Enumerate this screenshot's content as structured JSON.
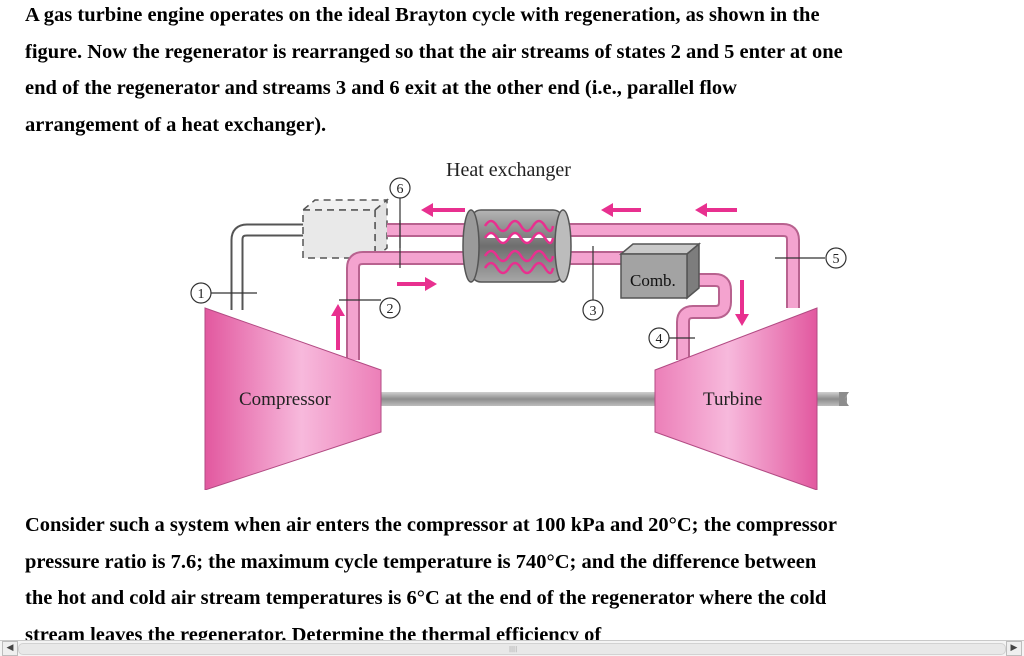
{
  "problem": {
    "intro_lines": [
      "A gas turbine engine operates on the ideal Brayton cycle with regeneration, as shown in the",
      "figure. Now the regenerator is rearranged so that the air streams of states 2 and 5 enter at one",
      "end of the regenerator and streams 3 and 6 exit at the other end (i.e., parallel flow",
      "arrangement of a heat exchanger)."
    ],
    "question_lines": [
      "Consider such a system when air enters the compressor at 100 kPa and 20°C; the compressor",
      "pressure ratio is 7.6; the maximum cycle temperature is 740°C; and the difference between",
      "the hot and cold air stream temperatures is 6°C at the end of the regenerator where the cold",
      "stream leaves the regenerator. Determine the thermal efficiency of"
    ]
  },
  "figure": {
    "heat_exchanger_label": "Heat exchanger",
    "combustor_label": "Comb.",
    "compressor_label": "Compressor",
    "turbine_label": "Turbine",
    "state_labels": [
      "1",
      "2",
      "3",
      "4",
      "5",
      "6"
    ],
    "colors": {
      "pipe": "#f4a3cf",
      "pipe_stroke": "#b8628f",
      "cold_pipe": "#ffffff",
      "arrow": "#e8308f",
      "machine_light": "#fbd6ea",
      "machine_dark": "#e2589f",
      "shaft": "#9a9a9a",
      "hx_body": "#8c8c8c",
      "combustor": "#9e9e9e"
    }
  },
  "scrollbar": {
    "left_icon": "◀",
    "right_icon": "▶",
    "grip_icon": "||||"
  }
}
